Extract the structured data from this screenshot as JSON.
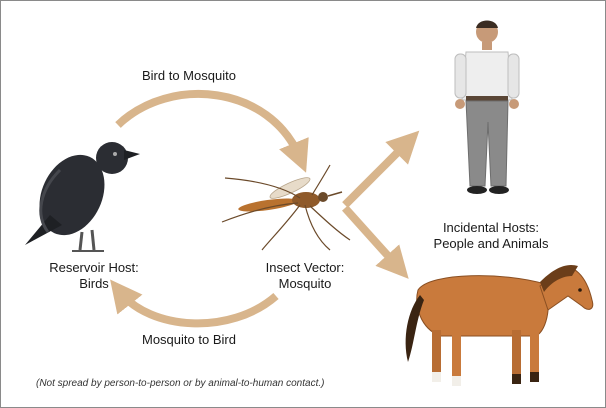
{
  "labels": {
    "bird_to_mosquito": "Bird to Mosquito",
    "mosquito_to_bird": "Mosquito to Bird",
    "reservoir_line1": "Reservoir Host:",
    "reservoir_line2": "Birds",
    "vector_line1": "Insect Vector:",
    "vector_line2": "Mosquito",
    "incidental_line1": "Incidental Hosts:",
    "incidental_line2": "People and Animals",
    "footnote": "(Not spread by person-to-person or by animal-to-human contact.)"
  },
  "colors": {
    "arrow": "#d8b58c",
    "bird": "#2b2d33",
    "horse": "#c97a3c",
    "shirt": "#eeeeee",
    "pants": "#8a8a8a"
  },
  "icons": [
    "crow-illustration",
    "mosquito-illustration",
    "man-illustration",
    "horse-illustration"
  ]
}
